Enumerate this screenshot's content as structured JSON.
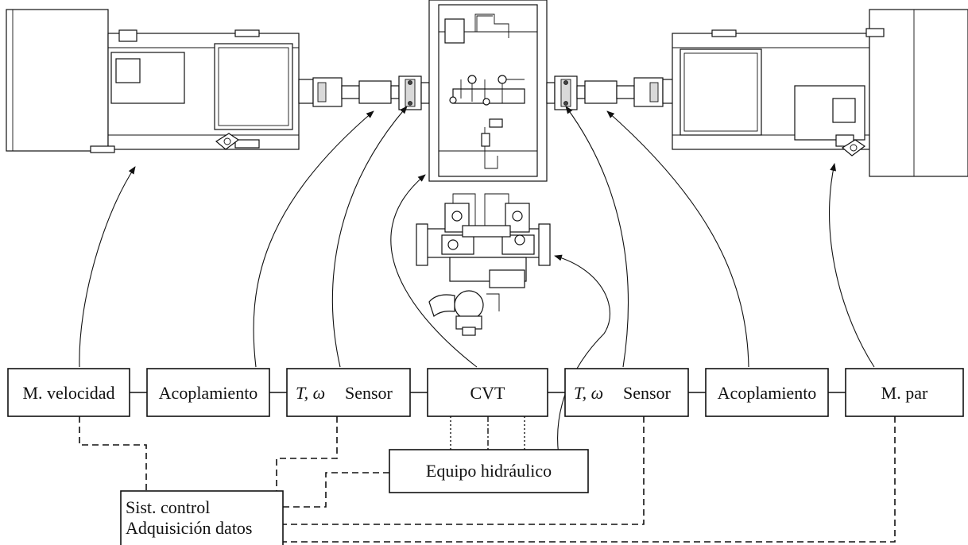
{
  "blocks": {
    "speed_motor": "M. velocidad",
    "coupling_left": "Acoplamiento",
    "sensor_left_symbols": "T, ω",
    "sensor_left_word": "Sensor",
    "cvt": "CVT",
    "sensor_right_symbols": "T, ω",
    "sensor_right_word": "Sensor",
    "coupling_right": "Acoplamiento",
    "torque_motor": "M. par",
    "hydraulic": "Equipo hidráulico",
    "control_line1": "Sist. control",
    "control_line2": "Adquisición datos"
  },
  "colors": {
    "ink": "#111111",
    "background": "#ffffff",
    "shading": "#d9d9d9"
  }
}
